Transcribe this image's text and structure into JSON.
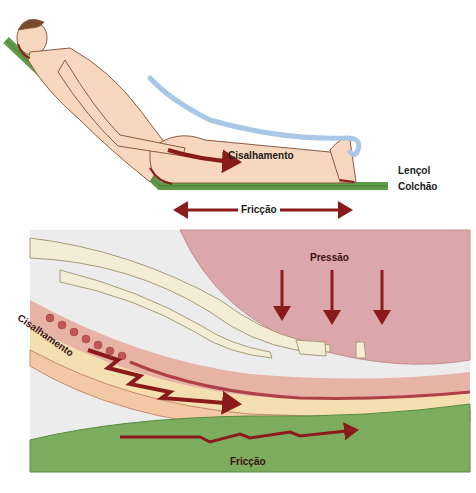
{
  "diagram": {
    "labels": [
      "Cisalhamento",
      "Lençol",
      "Colchão",
      "Fricção",
      "Pressão",
      "Cisalhamento",
      "Fricção"
    ]
  }
}
